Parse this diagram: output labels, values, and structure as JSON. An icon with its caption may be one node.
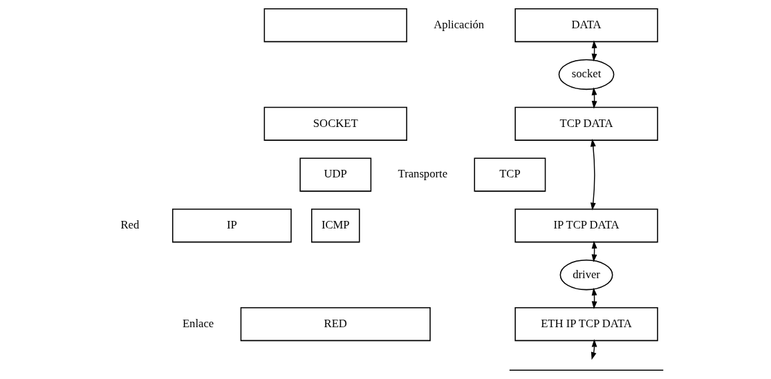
{
  "diagram": {
    "nodes": [
      {
        "text": [],
        "shape": "box"
      },
      {
        "text": [
          "SOCKET"
        ]
      },
      {
        "text": [
          "TCP"
        ]
      },
      {
        "text": [
          "UDP"
        ]
      },
      {
        "text": [
          "IP"
        ]
      },
      {
        "text": [
          "ICMP"
        ]
      },
      {
        "text": [
          "RED"
        ]
      },
      {
        "text": [
          "DATA"
        ]
      },
      {
        "text": [
          "socket"
        ]
      },
      {
        "text": [
          "TCP DATA"
        ]
      },
      {
        "text": [
          "IP TCP DATA"
        ]
      },
      {
        "text": [
          "driver"
        ]
      },
      {
        "text": [
          "ETH IP TCP DATA"
        ]
      },
      {
        "text": [],
        "shape": "line"
      }
    ],
    "edges": [
      {
        "from": 8,
        "to": 7,
        "arrow": "both"
      },
      {
        "from": 8,
        "to": 9,
        "arrow": "both"
      },
      {
        "from": 9,
        "to": 10,
        "arrow": "both"
      },
      {
        "from": 11,
        "to": 10,
        "arrow": "both"
      },
      {
        "from": 11,
        "to": 12,
        "arrow": "both"
      },
      {
        "from": 12,
        "to": 13,
        "arrow": "both"
      }
    ],
    "labels": [
      "Aplicación",
      "Transporte",
      "Red",
      "Enlace"
    ]
  }
}
